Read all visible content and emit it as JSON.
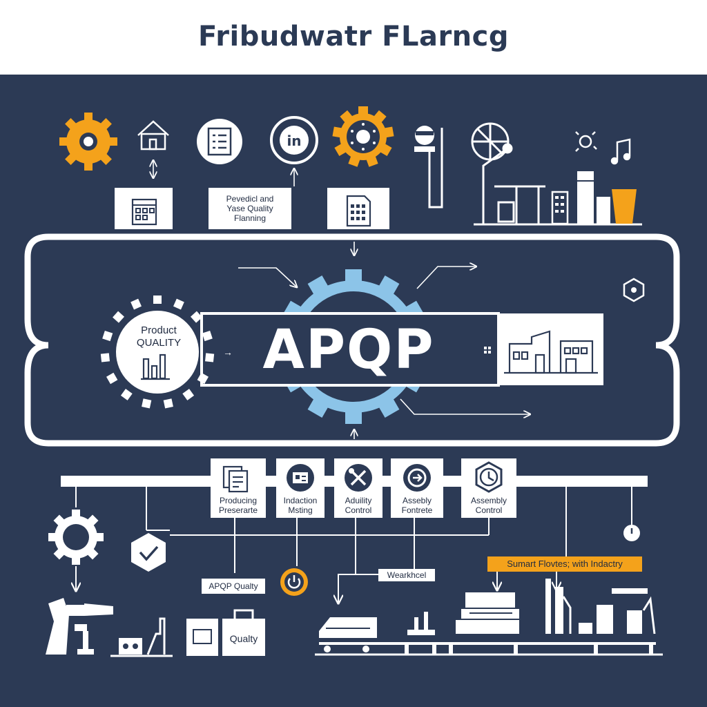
{
  "title": "Fribudwatr FLarncg",
  "center": {
    "main_label": "APQP",
    "left_circle_label": [
      "Product",
      "QUALITY"
    ]
  },
  "top_boxes": [
    {
      "lines": [
        "Pevedicl and",
        "Yase Quality",
        "Flanning"
      ]
    }
  ],
  "bottom_boxes": [
    {
      "lines": [
        "Producing",
        "Preserarte"
      ]
    },
    {
      "lines": [
        "Indaction",
        "Msting"
      ]
    },
    {
      "lines": [
        "Aduility",
        "Control"
      ]
    },
    {
      "lines": [
        "Assebly",
        "Fontrete"
      ]
    },
    {
      "lines": [
        "Assembly",
        "Control"
      ]
    }
  ],
  "tags": {
    "apqp_quality": "APQP Qualty",
    "warehouse": "Wearkhcel",
    "quality": "Qualty",
    "smart_factory": "Sumart Flovtes; with Indactry"
  },
  "colors": {
    "background": "#2c3a55",
    "accent_orange": "#f4a21b",
    "accent_blue": "#8cc4e8",
    "white": "#ffffff",
    "title_text": "#2b3a55"
  }
}
